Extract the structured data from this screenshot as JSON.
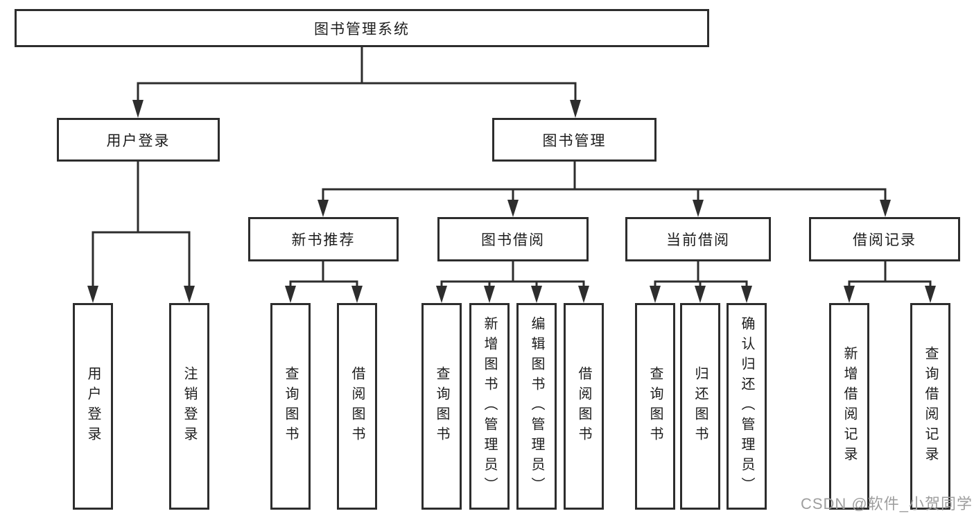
{
  "tree": {
    "id": "library-management-system",
    "label": "图书管理系统",
    "children": [
      {
        "id": "user-login",
        "label": "用户登录",
        "children": [
          {
            "id": "user-login-action",
            "label": "用户登录"
          },
          {
            "id": "logout-action",
            "label": "注销登录"
          }
        ]
      },
      {
        "id": "book-management",
        "label": "图书管理",
        "children": [
          {
            "id": "new-book-recommend",
            "label": "新书推荐",
            "children": [
              {
                "id": "query-books",
                "label": "查询图书"
              },
              {
                "id": "borrow-books",
                "label": "借阅图书"
              }
            ]
          },
          {
            "id": "book-borrowing",
            "label": "图书借阅",
            "children": [
              {
                "id": "query-books",
                "label": "查询图书"
              },
              {
                "id": "add-books-admin",
                "label": "新增图书（管理员）"
              },
              {
                "id": "edit-books-admin",
                "label": "编辑图书（管理员）"
              },
              {
                "id": "borrow-books",
                "label": "借阅图书"
              }
            ]
          },
          {
            "id": "current-borrowing",
            "label": "当前借阅",
            "children": [
              {
                "id": "query-books",
                "label": "查询图书"
              },
              {
                "id": "return-books",
                "label": "归还图书"
              },
              {
                "id": "confirm-return-admin",
                "label": "确认归还（管理员）"
              }
            ]
          },
          {
            "id": "borrowing-records",
            "label": "借阅记录",
            "children": [
              {
                "id": "add-borrow-record",
                "label": "新增借阅记录"
              },
              {
                "id": "query-borrow-record",
                "label": "查询借阅记录"
              }
            ]
          }
        ]
      }
    ]
  },
  "colors": {
    "line": "#2d2d2d",
    "text": "#1c1c1c",
    "watermark": "#9e9e9e",
    "background": "#ffffff"
  },
  "watermark": "CSDN @软件_小贺同学"
}
